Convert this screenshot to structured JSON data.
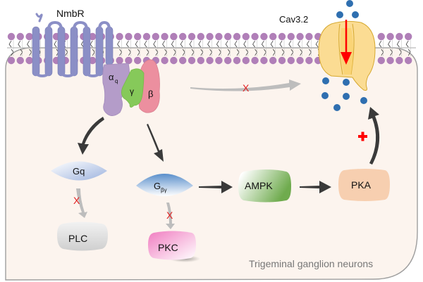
{
  "diagram": {
    "cell_label": "Trigeminal ganglion neurons",
    "receptor_label": "NmbR",
    "channel_label": "Cav3.2",
    "g_protein": {
      "alpha": "α",
      "alpha_sub": "q",
      "gamma": "γ",
      "beta": "β"
    },
    "nodes": {
      "gq": "Gq",
      "gbg_main": "G",
      "gbg_sub": "βγ",
      "plc": "PLC",
      "pkc": "PKC",
      "ampk": "AMPK",
      "pka": "PKA"
    },
    "inhibit_mark": "X",
    "activate_mark": "+",
    "colors": {
      "membrane_head": "#b07fb8",
      "receptor": "#8b8fc6",
      "alpha_q": "#b49cc9",
      "gamma": "#86c95a",
      "beta": "#ec8f9f",
      "channel": "#fbdc93",
      "calcium": "#2f6fb0",
      "cell_fill": "#fcf4ee",
      "inhibit": "#e02020",
      "activate": "#ff0000",
      "arrow_dark": "#3a3a3a",
      "arrow_grey": "#bdbdbd"
    }
  }
}
